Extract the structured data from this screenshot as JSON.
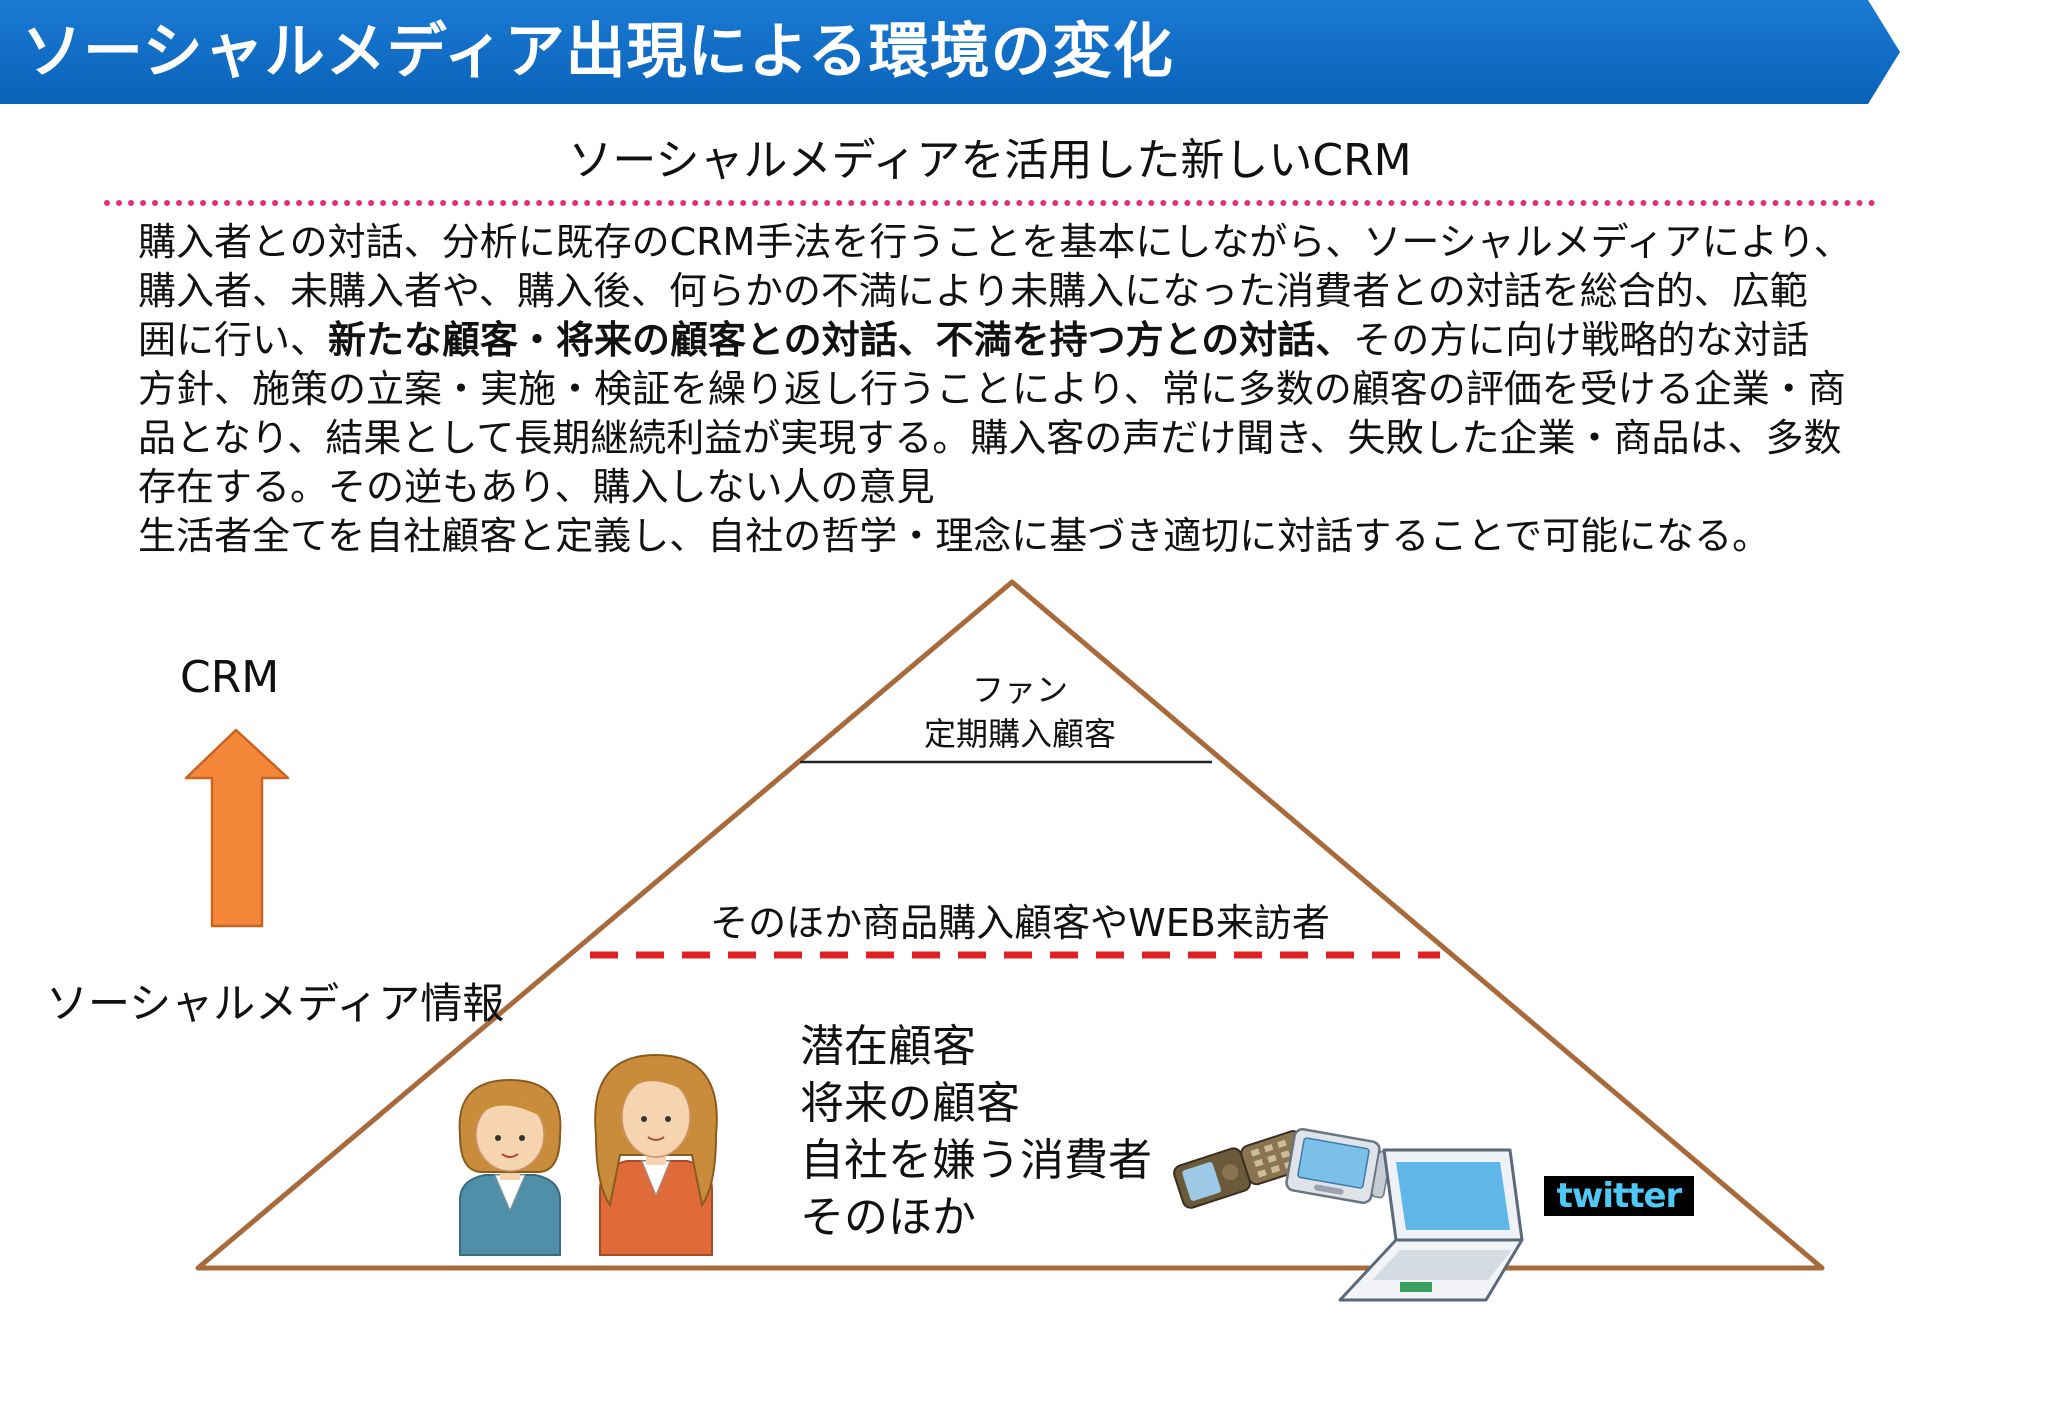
{
  "header": {
    "title": "ソーシャルメディア出現による環境の変化",
    "banner_color": "#0a6cc4"
  },
  "subtitle": "ソーシャルメディアを活用した新しいCRM",
  "body": {
    "line1": "購入者との対話、分析に既存のCRM手法を行うことを基本にしながら、ソーシャルメディアにより、",
    "line2": "購入者、未購入者や、購入後、何らかの不満により未購入になった消費者との対話を総合的、広範",
    "line3_a": "囲に行い、",
    "line3_bold": "新たな顧客・将来の顧客との対話、不満を持つ方との対話、",
    "line3_b": "その方に向け戦略的な対話",
    "line4": "方針、施策の立案・実施・検証を繰り返し行うことにより、常に多数の顧客の評価を受ける企業・商",
    "line5": "品となり、結果として長期継続利益が実現する。購入客の声だけ聞き、失敗した企業・商品は、多数",
    "line6": "存在する。その逆もあり、購入しない人の意見",
    "line7": "生活者全てを自社顧客と定義し、自社の哲学・理念に基づき適切に対話することで可能になる。"
  },
  "pyramid": {
    "top_line1": "ファン",
    "top_line2": "定期購入顧客",
    "middle": "そのほか商品購入顧客やWEB来訪者",
    "bottom_items": [
      "潜在顧客",
      "将来の顧客",
      "自社を嫌う消費者",
      "そのほか"
    ],
    "outline_color": "#a86a3a",
    "divider_color": "#e02020"
  },
  "arrow": {
    "top_label": "CRM",
    "bottom_label": "ソーシャルメディア情報",
    "color": "#f4873a"
  },
  "logos": {
    "twitter": "twitter"
  },
  "icons": [
    "woman-icon",
    "woman-icon",
    "mobile-phone-icon",
    "pda-icon",
    "laptop-icon"
  ]
}
